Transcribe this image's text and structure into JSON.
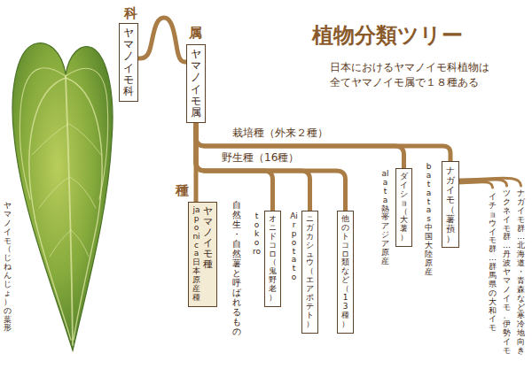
{
  "diagram": {
    "title": "植物分類ツリー",
    "nodes": [
      {
        "text": [
          "ヤマノイモ科"
        ]
      },
      {
        "text": [
          "ヤマノイモ属"
        ]
      },
      {
        "text": [
          "ヤマノイモ種",
          "japonica 日本原産種"
        ]
      },
      {
        "text": [
          "オニドコロ（鬼野老）"
        ]
      },
      {
        "text": [
          "ニガカシュウ（エアポテト）"
        ]
      },
      {
        "text": [
          "他のトコロ類など（13種）"
        ]
      },
      {
        "text": [
          "ダイショ（大薯）"
        ]
      },
      {
        "text": [
          "ナガイモ（薯蕷）"
        ]
      }
    ],
    "edges": [
      {
        "from": 0,
        "to": 1,
        "arrow": "none"
      },
      {
        "from": 1,
        "to": 2,
        "arrow": "none"
      },
      {
        "from": 1,
        "to": 3,
        "arrow": "none"
      },
      {
        "from": 1,
        "to": 4,
        "arrow": "none"
      },
      {
        "from": 1,
        "to": 5,
        "arrow": "none"
      },
      {
        "from": 1,
        "to": 6,
        "arrow": "none"
      },
      {
        "from": 1,
        "to": 7,
        "arrow": "none"
      }
    ],
    "labels": [
      "科",
      "属",
      "種",
      "日本におけるヤマノイモ科植物は 全てヤマノイモ属で１８種ある",
      "栽培種（外来２種）",
      "野生種（16種）",
      "自然生・自然薯 と呼ばれるもの",
      "tokoro",
      "Air potato",
      "alata 熱帯アジア原産",
      "batatas 中国大陸原産",
      "ナガイモ群…北海道・青森など寒冷地向き",
      "ツクネイモ群…丹波ヤマノイモ、伊勢イモ",
      "イチョウイモ群…群馬県の大和イモ",
      "ヤマノイモ（じねんじょ）の葉形"
    ]
  }
}
